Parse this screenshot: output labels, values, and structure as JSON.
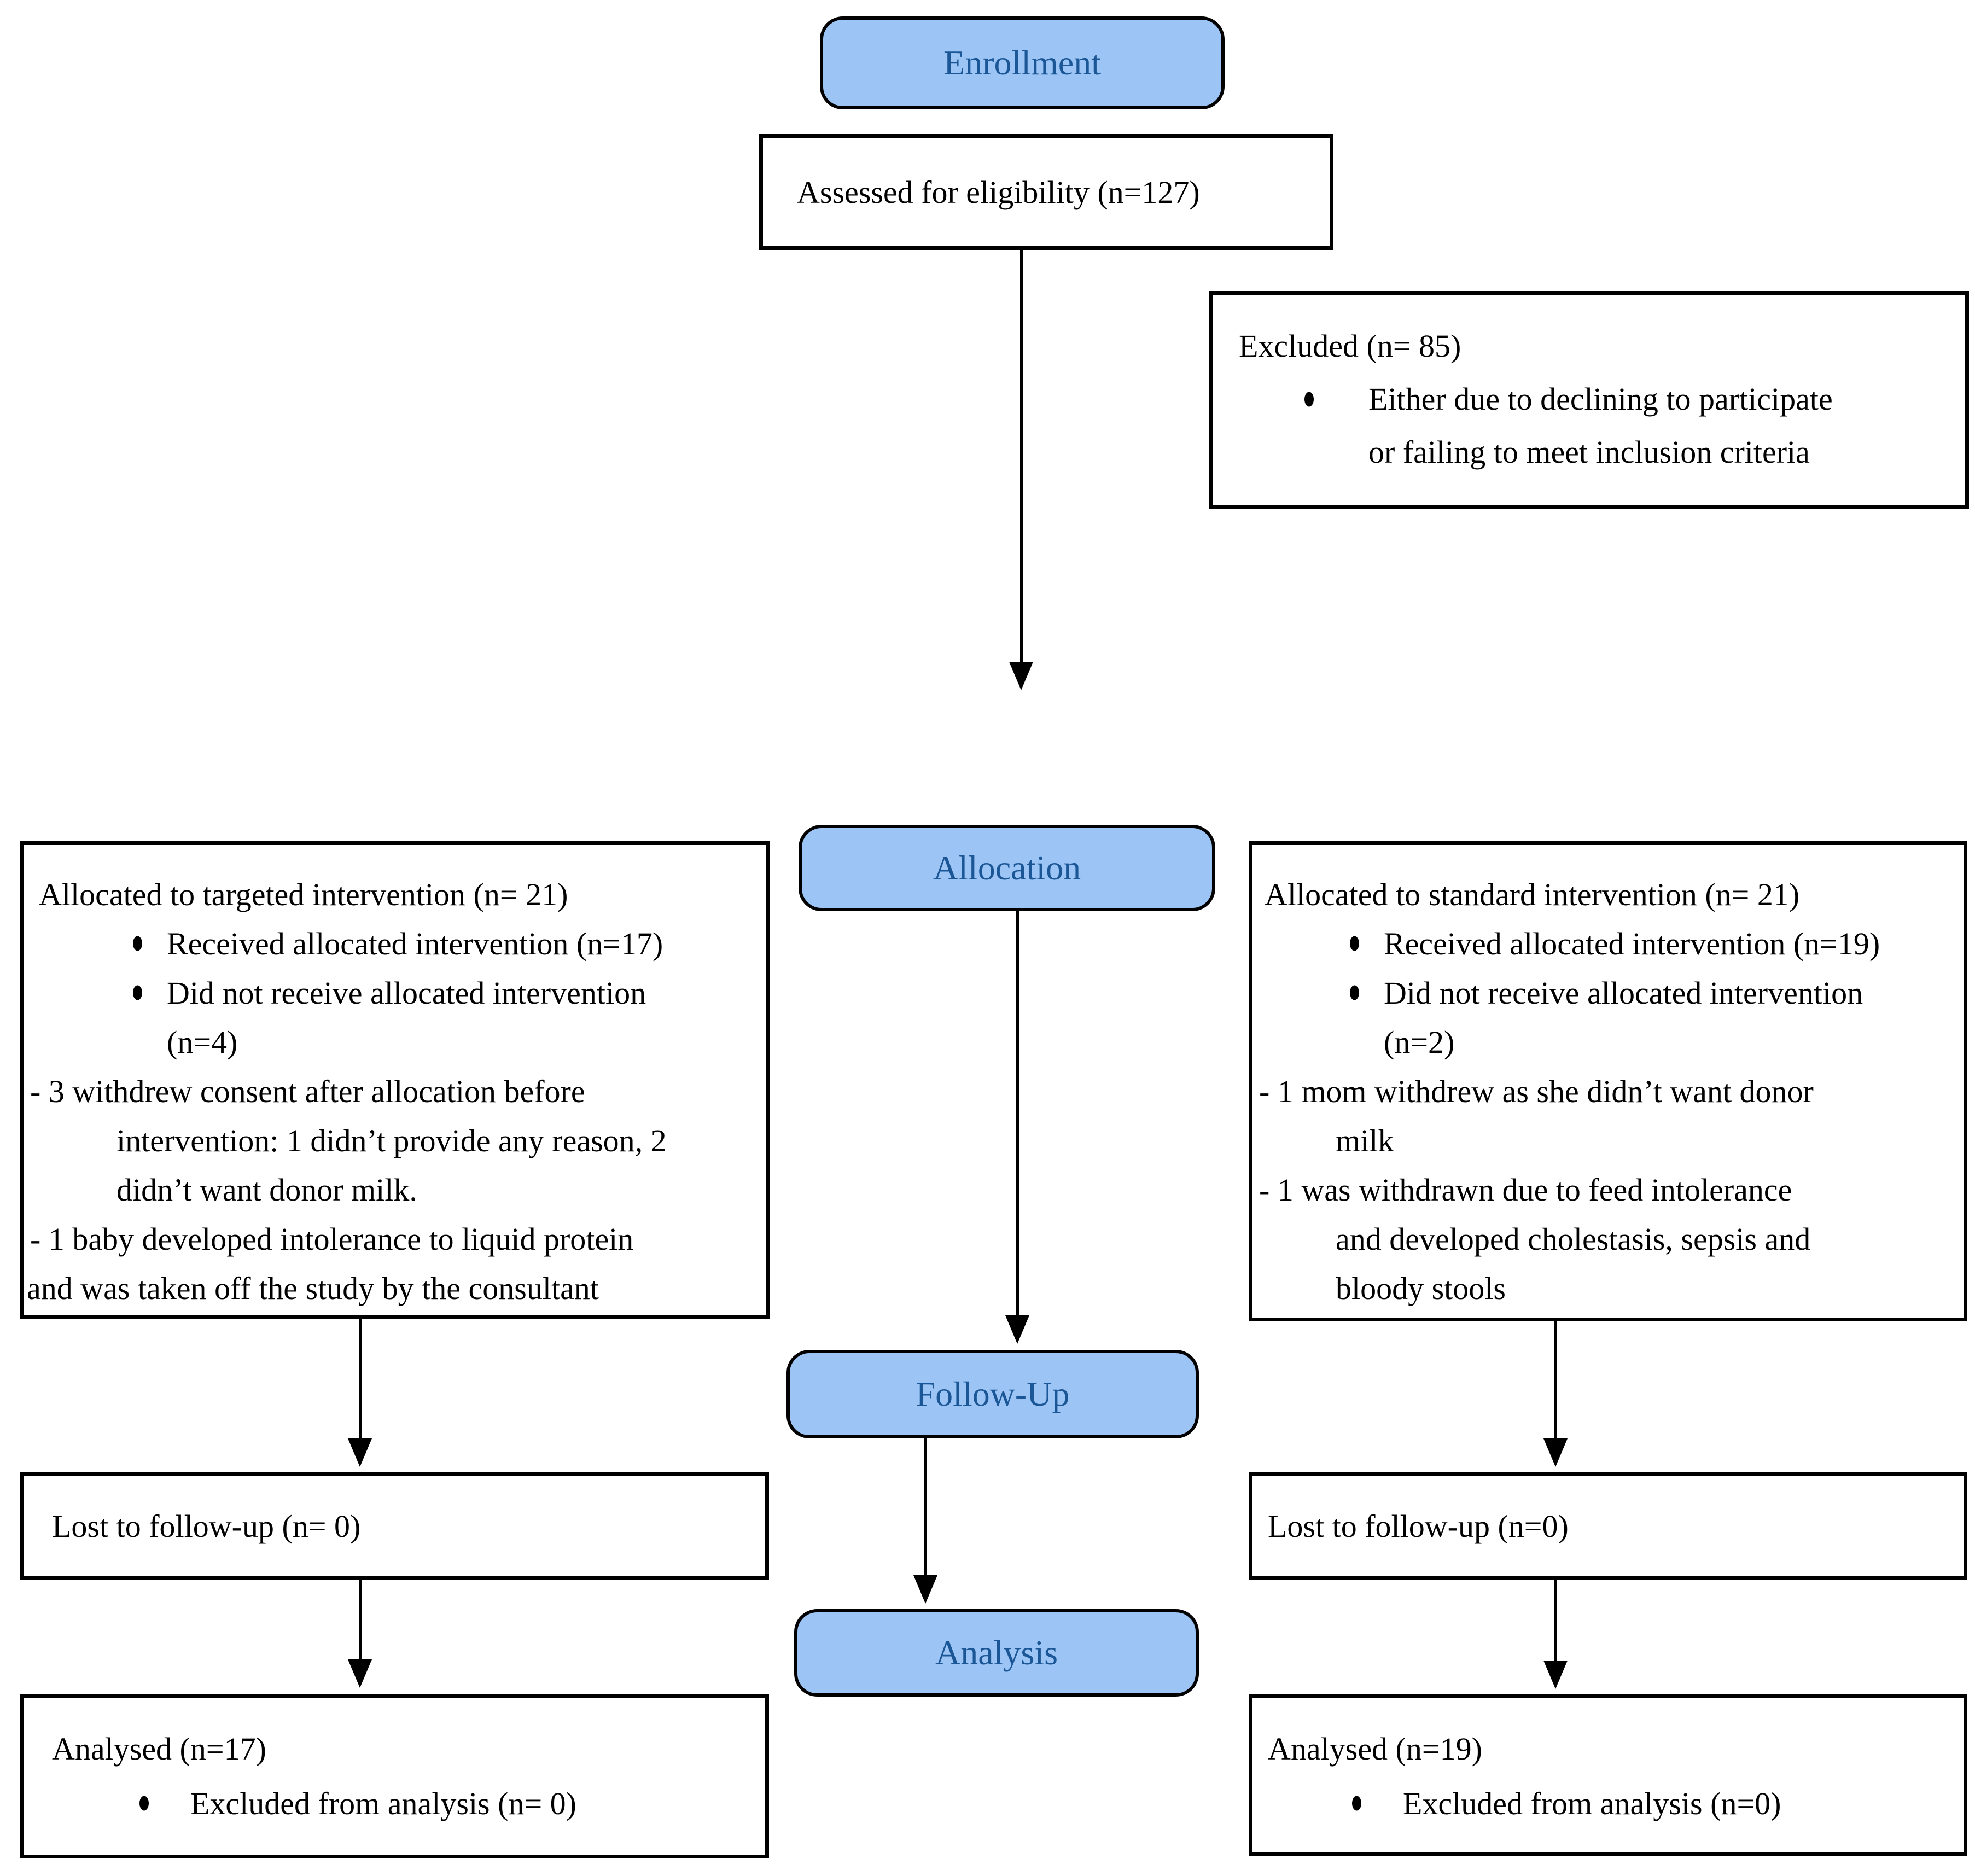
{
  "colors": {
    "box_fill": "#9CC5F5",
    "box_text": "#1B5796"
  },
  "stages": {
    "enrollment": "Enrollment",
    "allocation": "Allocation",
    "followup": "Follow-Up",
    "analysis": "Analysis"
  },
  "boxes": {
    "assessed": {
      "text": "Assessed for eligibility (n=127)"
    },
    "excluded": {
      "lines": [
        {
          "t": "Excluded (n= 85)",
          "ind": 48
        },
        {
          "t": "Either due to declining to participate",
          "ind": 285,
          "bullet": true,
          "bx": 168
        },
        {
          "t": "or failing to meet inclusion criteria",
          "ind": 285
        }
      ]
    },
    "allocated_left": {
      "lines": [
        {
          "t": "Allocated to targeted intervention (n= 21)",
          "ind": 28
        },
        {
          "t": "Received allocated intervention (n=17)",
          "ind": 262,
          "bullet": true,
          "bx": 200
        },
        {
          "t": "Did not receive allocated intervention",
          "ind": 262,
          "bullet": true,
          "bx": 200
        },
        {
          "t": "(n=4)",
          "ind": 262
        },
        {
          "t": "- 3 withdrew consent after allocation before",
          "ind": 12
        },
        {
          "t": "intervention: 1 didn’t provide any reason, 2",
          "ind": 170
        },
        {
          "t": "didn’t want donor milk.",
          "ind": 170
        },
        {
          "t": "- 1 baby developed intolerance to liquid protein",
          "ind": 12
        },
        {
          "t": "and was taken off the study by the consultant",
          "ind": 6
        }
      ]
    },
    "allocated_right": {
      "lines": [
        {
          "t": "Allocated to standard intervention (n= 21)",
          "ind": 22
        },
        {
          "t": "Received allocated intervention (n=19)",
          "ind": 240,
          "bullet": true,
          "bx": 178
        },
        {
          "t": "Did not receive allocated intervention",
          "ind": 240,
          "bullet": true,
          "bx": 178
        },
        {
          "t": "(n=2)",
          "ind": 240
        },
        {
          "t": "- 1 mom withdrew as she didn’t want donor",
          "ind": 12
        },
        {
          "t": "milk",
          "ind": 152
        },
        {
          "t": "- 1 was withdrawn due to feed intolerance",
          "ind": 12
        },
        {
          "t": "and developed cholestasis, sepsis and",
          "ind": 152
        },
        {
          "t": "bloody stools",
          "ind": 152
        }
      ]
    },
    "lost_left": {
      "text": "Lost to follow-up (n= 0)"
    },
    "lost_right": {
      "text": "Lost to follow-up (n=0)"
    },
    "analysed_left": {
      "lines": [
        {
          "t": "Analysed (n=17)",
          "ind": 52
        },
        {
          "t": "Excluded from analysis (n= 0)",
          "ind": 305,
          "bullet": true,
          "bx": 212
        }
      ]
    },
    "analysed_right": {
      "lines": [
        {
          "t": "Analysed (n=19)",
          "ind": 28
        },
        {
          "t": "Excluded from analysis (n=0)",
          "ind": 275,
          "bullet": true,
          "bx": 182
        }
      ]
    }
  }
}
